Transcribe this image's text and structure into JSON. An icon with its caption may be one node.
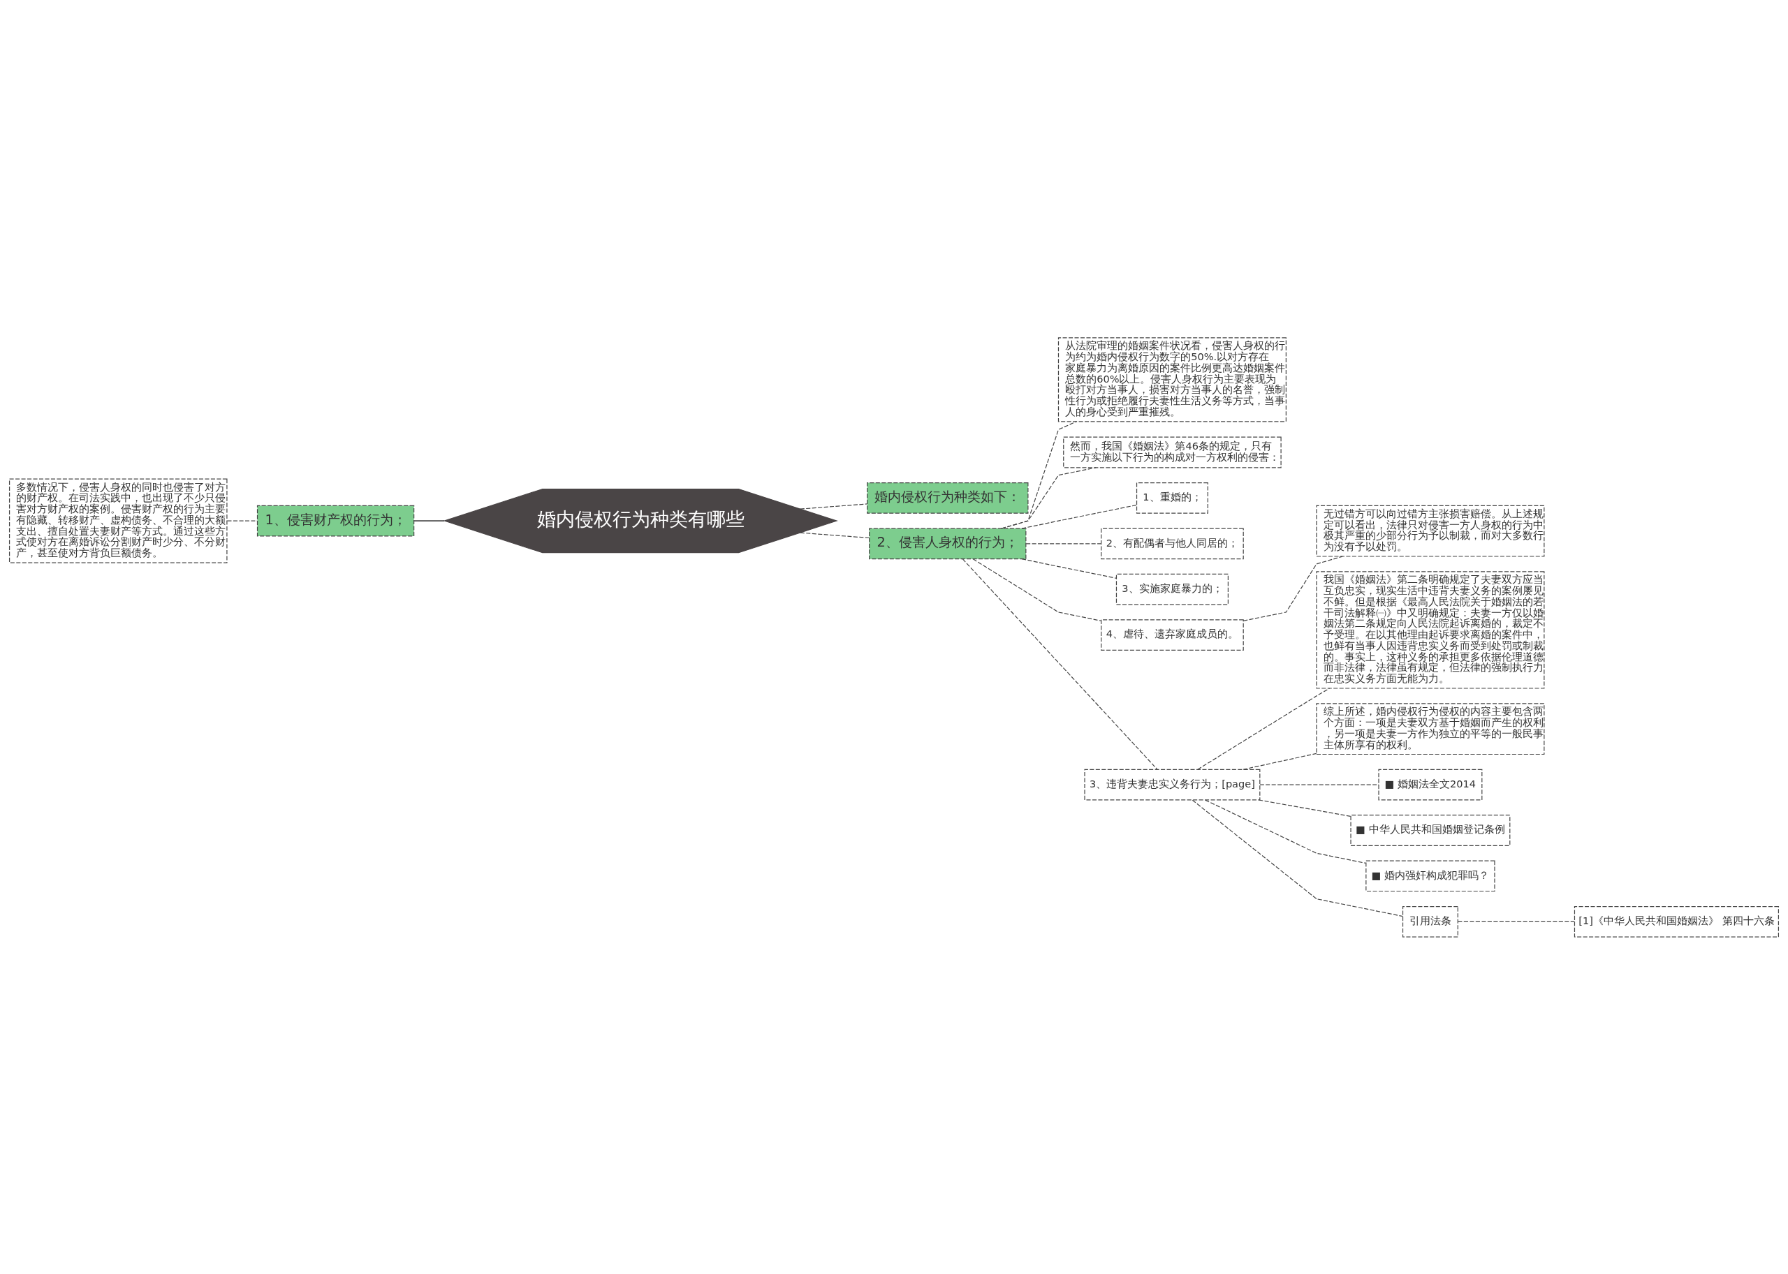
{
  "diagram": {
    "nodes": [
      {
        "text": [
          "婚内侵权行为种类有哪些"
        ]
      },
      {
        "text": [
          "1、侵害财产权的行为；"
        ]
      },
      {
        "text": [
          "多数情况下，侵害人身权的同时也侵害了对方的财产权。在司法实践中，也出现了不少只侵害对方财产权的案例。侵害财产权的行为主要有隐藏、转移财产、虚构债务、不合理的大额支出、擅自处置夫妻财产等方式。通过这些方式使对方在离婚诉讼分割财产时少分、不分财产，甚至使对方背负巨额债务。"
        ]
      },
      {
        "text": [
          "婚内侵权行为种类如下："
        ]
      },
      {
        "text": [
          "2、侵害人身权的行为；"
        ]
      },
      {
        "text": [
          "从法院审理的婚姻案件状况看，侵害人身权的行为约为婚内侵权行为数字的50%.以对方存在家庭暴力为离婚原因的案件比例更高达婚姻案件总数的60%以上。侵害人身权行为主要表现为殴打对方当事人，损害对方当事人的名誉，强制性行为或拒绝履行夫妻性生活义务等方式，当事人的身心受到严重摧残。"
        ]
      },
      {
        "text": [
          "然而，我国《婚姻法》第46条的规定，只有一方实施以下行为的构成对一方权利的侵害："
        ]
      },
      {
        "text": [
          "1、重婚的；"
        ]
      },
      {
        "text": [
          "2、有配偶者与他人同居的；"
        ]
      },
      {
        "text": [
          "3、实施家庭暴力的；"
        ]
      },
      {
        "text": [
          "4、虐待、遗弃家庭成员的。"
        ]
      },
      {
        "text": [
          "无过错方可以向过错方主张损害赔偿。从上述规定可以看出，法律只对侵害一方人身权的行为中极其严重的少部分行为予以制裁，而对大多数行为没有予以处罚。"
        ]
      },
      {
        "text": [
          "3、违背夫妻忠实义务行为；[page]"
        ]
      },
      {
        "text": [
          "我国《婚姻法》第二条明确规定了夫妻双方应当互负忠实，现实生活中违背夫妻义务的案例屡见不鲜。但是根据《最高人民法院关于婚姻法的若干司法解释㈠》中又明确规定：夫妻一方仅以婚姻法第二条规定向人民法院起诉离婚的，裁定不予受理。在以其他理由起诉要求离婚的案件中，也鲜有当事人因违背忠实义务而受到处罚或制裁的。事实上，这种义务的承担更多依据伦理道德而非法律，法律虽有规定，但法律的强制执行力在忠实义务方面无能为力。"
        ]
      },
      {
        "text": [
          "综上所述，婚内侵权行为侵权的内容主要包含两个方面：一项是夫妻双方基于婚姻而产生的权利，另一项是夫妻一方作为独立的平等的一般民事主体所享有的权利。"
        ]
      },
      {
        "text": [
          "■ 婚姻法全文2014"
        ]
      },
      {
        "text": [
          "■ 中华人民共和国婚姻登记条例"
        ]
      },
      {
        "text": [
          "■ 婚内强奸构成犯罪吗？"
        ]
      },
      {
        "text": [
          "引用法条"
        ]
      },
      {
        "text": [
          "[1]《中华人民共和国婚姻法》 第四十六条"
        ]
      }
    ],
    "edges": [
      {
        "from": 0,
        "to": 1,
        "arrow": "none"
      },
      {
        "from": 1,
        "to": 2,
        "arrow": "none",
        "style": "dashed"
      },
      {
        "from": 0,
        "to": 3,
        "arrow": "none",
        "style": "dashed"
      },
      {
        "from": 0,
        "to": 4,
        "arrow": "none",
        "style": "dashed"
      },
      {
        "from": 4,
        "to": 5,
        "arrow": "none",
        "style": "dashed"
      },
      {
        "from": 4,
        "to": 6,
        "arrow": "none",
        "style": "dashed"
      },
      {
        "from": 4,
        "to": 7,
        "arrow": "none",
        "style": "dashed"
      },
      {
        "from": 4,
        "to": 8,
        "arrow": "none",
        "style": "dashed"
      },
      {
        "from": 4,
        "to": 9,
        "arrow": "none",
        "style": "dashed"
      },
      {
        "from": 4,
        "to": 10,
        "arrow": "none",
        "style": "dashed"
      },
      {
        "from": 10,
        "to": 11,
        "arrow": "none",
        "style": "dashed"
      },
      {
        "from": 4,
        "to": 12,
        "arrow": "none",
        "style": "dashed"
      },
      {
        "from": 12,
        "to": 13,
        "arrow": "none",
        "style": "dashed"
      },
      {
        "from": 12,
        "to": 14,
        "arrow": "none",
        "style": "dashed"
      },
      {
        "from": 12,
        "to": 15,
        "arrow": "none",
        "style": "dashed"
      },
      {
        "from": 12,
        "to": 16,
        "arrow": "none",
        "style": "dashed"
      },
      {
        "from": 12,
        "to": 17,
        "arrow": "none",
        "style": "dashed"
      },
      {
        "from": 12,
        "to": 18,
        "arrow": "none",
        "style": "dashed"
      },
      {
        "from": 18,
        "to": 19,
        "arrow": "none",
        "style": "dashed"
      }
    ]
  }
}
